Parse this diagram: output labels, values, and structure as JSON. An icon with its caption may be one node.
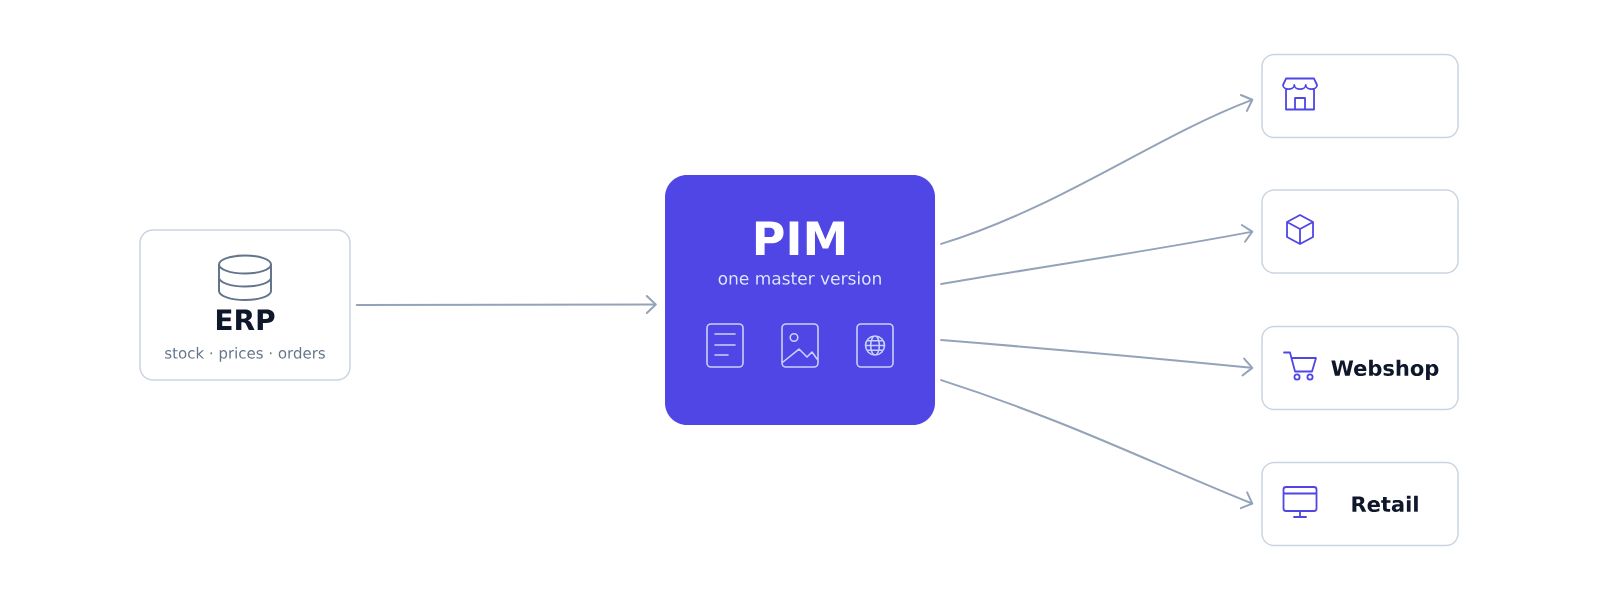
{
  "diagram": {
    "nodes": [
      {
        "text": [
          "ERP",
          "stock · prices · orders"
        ]
      },
      {
        "text": [
          "PIM",
          "one master version"
        ]
      },
      {
        "text": [],
        "shape": "box"
      },
      {
        "text": [],
        "shape": "box"
      },
      {
        "text": [
          "Webshop"
        ]
      },
      {
        "text": [
          "Retail"
        ]
      }
    ],
    "edges": [
      {
        "from": 0,
        "to": 1,
        "arrow": "to"
      },
      {
        "from": 1,
        "to": 2,
        "arrow": "to"
      },
      {
        "from": 1,
        "to": 3,
        "arrow": "to"
      },
      {
        "from": 1,
        "to": 4,
        "arrow": "to"
      },
      {
        "from": 1,
        "to": 5,
        "arrow": "to"
      }
    ]
  }
}
